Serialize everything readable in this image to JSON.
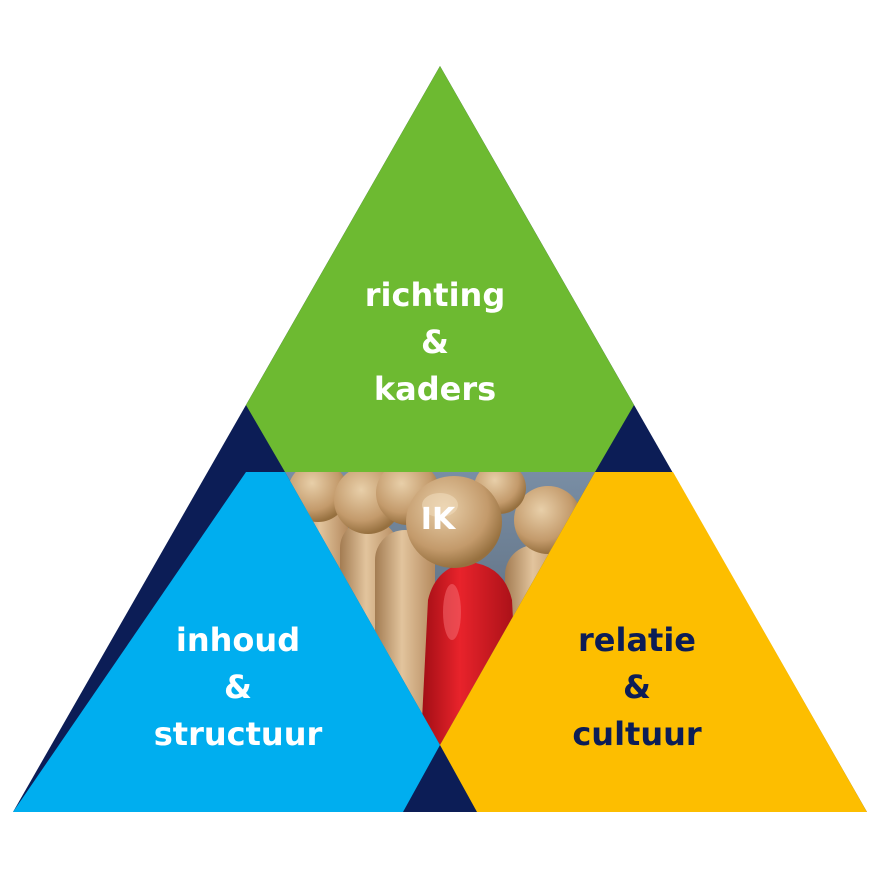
{
  "colors": {
    "green": "#6dba31",
    "blue": "#00aeef",
    "yellow": "#fdbe00",
    "navy": "#0c1d56",
    "figure_red": "#d3141f",
    "figure_wood": "#c9a47a"
  },
  "triangles": {
    "top": {
      "lines": [
        "richting",
        "&",
        "kaders"
      ],
      "text_color": "#ffffff"
    },
    "left": {
      "lines": [
        "inhoud",
        "&",
        "structuur"
      ],
      "text_color": "#ffffff"
    },
    "right": {
      "lines": [
        "relatie",
        "&",
        "cultuur"
      ],
      "text_color": "#0c1d56"
    }
  },
  "center": {
    "label": "IK",
    "image": "wooden-peg-figures-with-red-figure"
  }
}
